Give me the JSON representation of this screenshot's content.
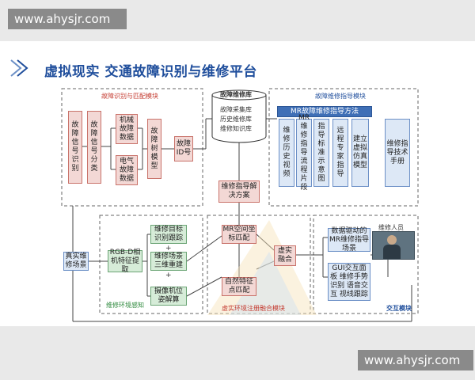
{
  "watermark": "www.ahysjr.com",
  "title": "虚拟现实 交通故障识别与维修平台",
  "colors": {
    "title": "#1f4e9c",
    "red": "#c43b30",
    "green": "#2f8a3e",
    "blue": "#1f4e9c"
  },
  "modules": {
    "fault_id": "故障识别与匹配模块",
    "guide": "故障维修指导模块",
    "env": "维修环境感知",
    "fusion": "虚实环境注册融合模块",
    "interaction": "交互模块"
  },
  "fault_id": {
    "signal_id": "故障信号识别",
    "signal_class": "故障信号分类",
    "mech": "机械故障数据",
    "elec": "电气故障数据",
    "tree": "故障树模型",
    "id": "故障ID号"
  },
  "database": {
    "title": "故障维修库",
    "lines": [
      "故障采集库",
      "历史维修库",
      "维修知识库"
    ]
  },
  "solution": "维修指导解决方案",
  "guide": {
    "header": "MR故障维修指导方法",
    "methods": [
      "维修历史视频",
      "MR维修指导流程片段",
      "指导标准示意图",
      "远程专家指导",
      "建立虚拟仿真模型"
    ],
    "manual": "维修指导技术手册"
  },
  "env": {
    "scene": "真实维修场景",
    "rgbd": "RGB-D相机特征提取",
    "target": "维修目标识别跟踪",
    "rebuild": "维修场景三维重建",
    "camera": "摄像机位姿解算",
    "plus": "+"
  },
  "fusion": {
    "mr_coord": "MR空间坐标匹配",
    "natural": "自然特征点匹配",
    "merge": "虚实融合"
  },
  "interaction": {
    "data_driven": "数据驱动的MR维修指导场景",
    "person": "维修人员",
    "gui": "GUI交互面板 维修手势识别 语音交互 视线跟踪"
  }
}
